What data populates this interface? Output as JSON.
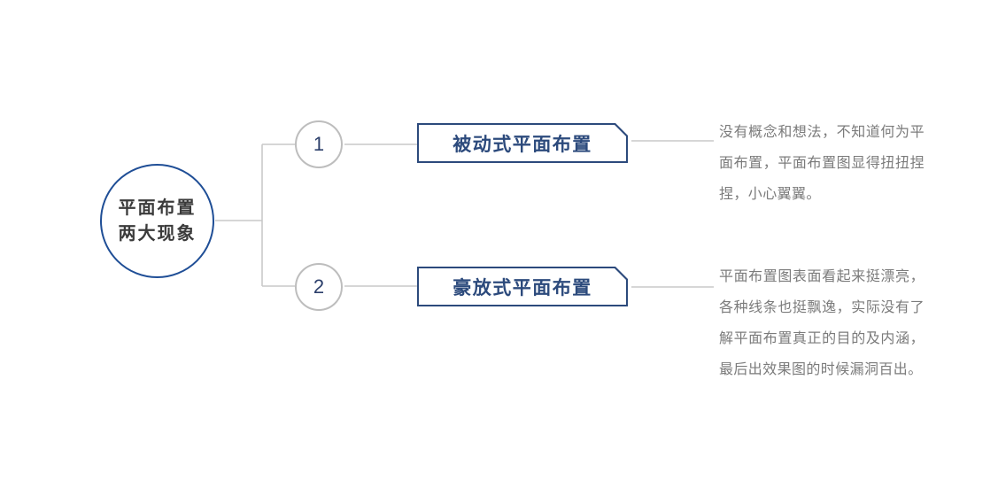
{
  "diagram": {
    "type": "mind-map",
    "colors": {
      "root_stroke": "#1f4e96",
      "root_text": "#3b3b3b",
      "box_stroke": "#2c4a7c",
      "box_text": "#2c4a7c",
      "num_circle_stroke": "#bdbdbd",
      "num_text": "#2c3f6b",
      "connector": "#c9c9c9",
      "desc_text": "#7b7b7b",
      "background": "#ffffff"
    },
    "root": {
      "line1": "平面布置",
      "line2": "两大现象"
    },
    "branches": [
      {
        "number": "1",
        "title": "被动式平面布置",
        "description": "没有概念和想法，不知道何为平面布置，平面布置图显得扭扭捏捏，小心翼翼。"
      },
      {
        "number": "2",
        "title": "豪放式平面布置",
        "description": "平面布置图表面看起来挺漂亮，各种线条也挺飘逸，实际没有了解平面布置真正的目的及内涵，最后出效果图的时候漏洞百出。"
      }
    ]
  }
}
